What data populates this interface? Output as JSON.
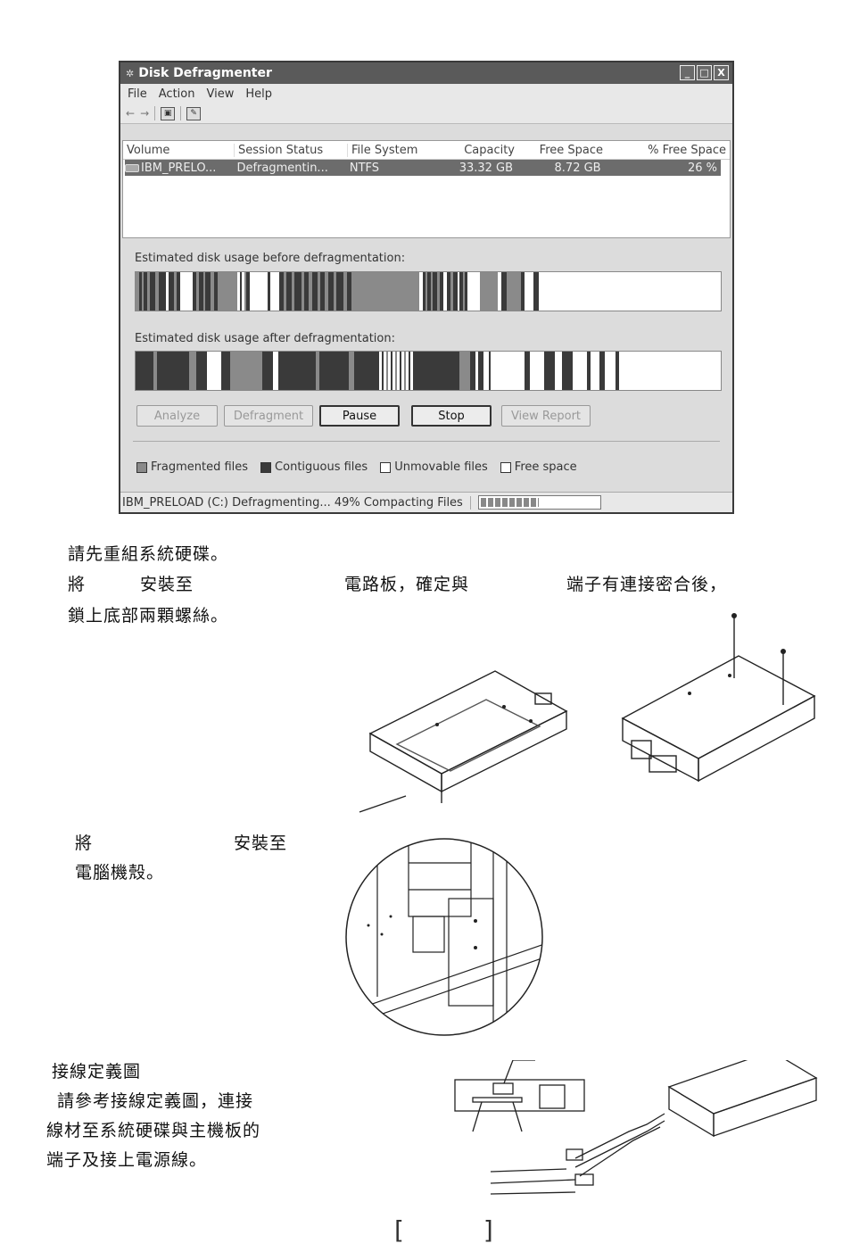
{
  "window": {
    "title": "Disk Defragmenter",
    "controls": [
      "_",
      "□",
      "X"
    ],
    "menu": [
      "File",
      "Action",
      "View",
      "Help"
    ],
    "toolbar_icons": [
      "back-arrow-icon",
      "forward-arrow-icon",
      "console-icon",
      "properties-icon"
    ],
    "columns": [
      "Volume",
      "Session Status",
      "File System",
      "Capacity",
      "Free Space",
      "% Free Space"
    ],
    "row": {
      "volume": "IBM_PRELO...",
      "status": "Defragmentin...",
      "fs": "NTFS",
      "capacity": "33.32 GB",
      "free": "8.72 GB",
      "pct": "26 %"
    },
    "before_label": "Estimated disk usage before defragmentation:",
    "after_label": "Estimated disk usage after defragmentation:",
    "buttons": {
      "analyze": "Analyze",
      "defragment": "Defragment",
      "pause": "Pause",
      "stop": "Stop",
      "report": "View Report"
    },
    "legend": {
      "fragmented": "Fragmented files",
      "contiguous": "Contiguous files",
      "unmovable": "Unmovable files",
      "free": "Free space"
    },
    "colors": {
      "fragmented": "#8a8a8a",
      "contiguous": "#3a3a3a",
      "unmovable": "#ffffff",
      "free": "#ffffff"
    },
    "status": "IBM_PRELOAD (C:) Defragmenting... 49%  Compacting Files",
    "progress_percent": 49
  },
  "text": {
    "line1": "請先重組系統硬碟。",
    "line2_a": "將",
    "line2_b": "安裝至",
    "line2_c": "電路板，確定與",
    "line2_d": "端子有連接密合後，",
    "line3": "鎖上底部兩顆螺絲。",
    "step_a": "將",
    "step_b": "安裝至",
    "step_c": "電腦機殼。",
    "wiring_title": "接線定義圖",
    "wiring_1": "請參考接線定義圖，連接",
    "wiring_2": "線材至系統硬碟與主機板的",
    "wiring_3": "端子及接上電源線。"
  },
  "page_brackets": "[ ]"
}
